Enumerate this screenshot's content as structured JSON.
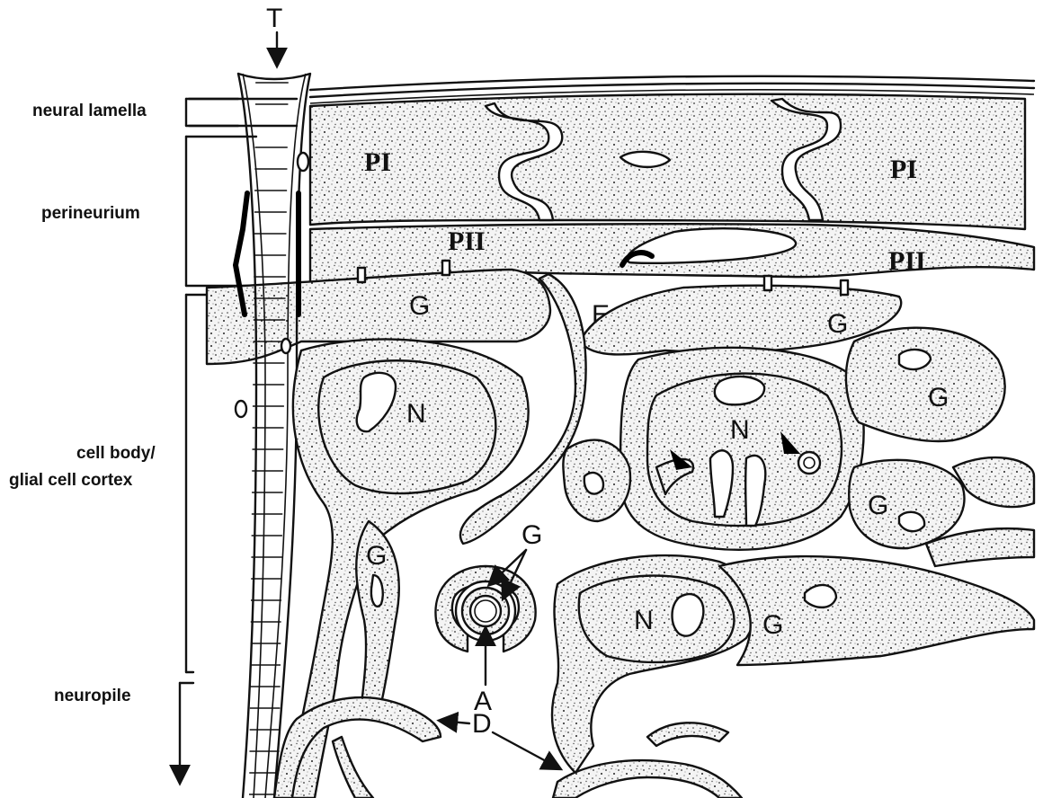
{
  "zones": {
    "neural_lamella": "neural lamella",
    "perineurium": "perineurium",
    "cell_body_line1": "cell body/",
    "cell_body_line2": "glial cell cortex",
    "neuropile": "neuropile"
  },
  "labels": {
    "T": "T",
    "PI": "PI",
    "PII": "PII",
    "E": "E",
    "G": "G",
    "N": "N",
    "A": "A",
    "D": "D"
  }
}
